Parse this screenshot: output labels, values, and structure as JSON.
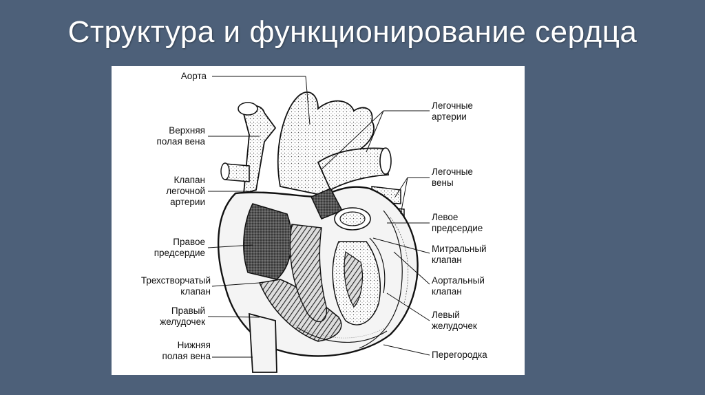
{
  "slide": {
    "title": "Структура и функционирование сердца"
  },
  "labels": {
    "aorta": [
      "Аорта"
    ],
    "superior_vena_cava": [
      "Верхняя",
      "полая вена"
    ],
    "pulmonary_valve": [
      "Клапан",
      "легочной",
      "артерии"
    ],
    "right_atrium": [
      "Правое",
      "предсердие"
    ],
    "tricuspid_valve": [
      "Трехстворчатый",
      "клапан"
    ],
    "right_ventricle": [
      "Правый",
      "желудочек"
    ],
    "inferior_vena_cava": [
      "Нижняя",
      "полая вена"
    ],
    "pulmonary_arteries": [
      "Легочные",
      "артерии"
    ],
    "pulmonary_veins": [
      "Легочные",
      "вены"
    ],
    "left_atrium": [
      "Левое",
      "предсердие"
    ],
    "mitral_valve": [
      "Митральный",
      "клапан"
    ],
    "aortic_valve": [
      "Аортальный",
      "клапан"
    ],
    "left_ventricle": [
      "Левый",
      "желудочек"
    ],
    "septum": [
      "Перегородка"
    ]
  },
  "colors": {
    "background": "#4d6079",
    "title": "#ffffff",
    "figure_bg": "#ffffff",
    "ink": "#111111"
  }
}
